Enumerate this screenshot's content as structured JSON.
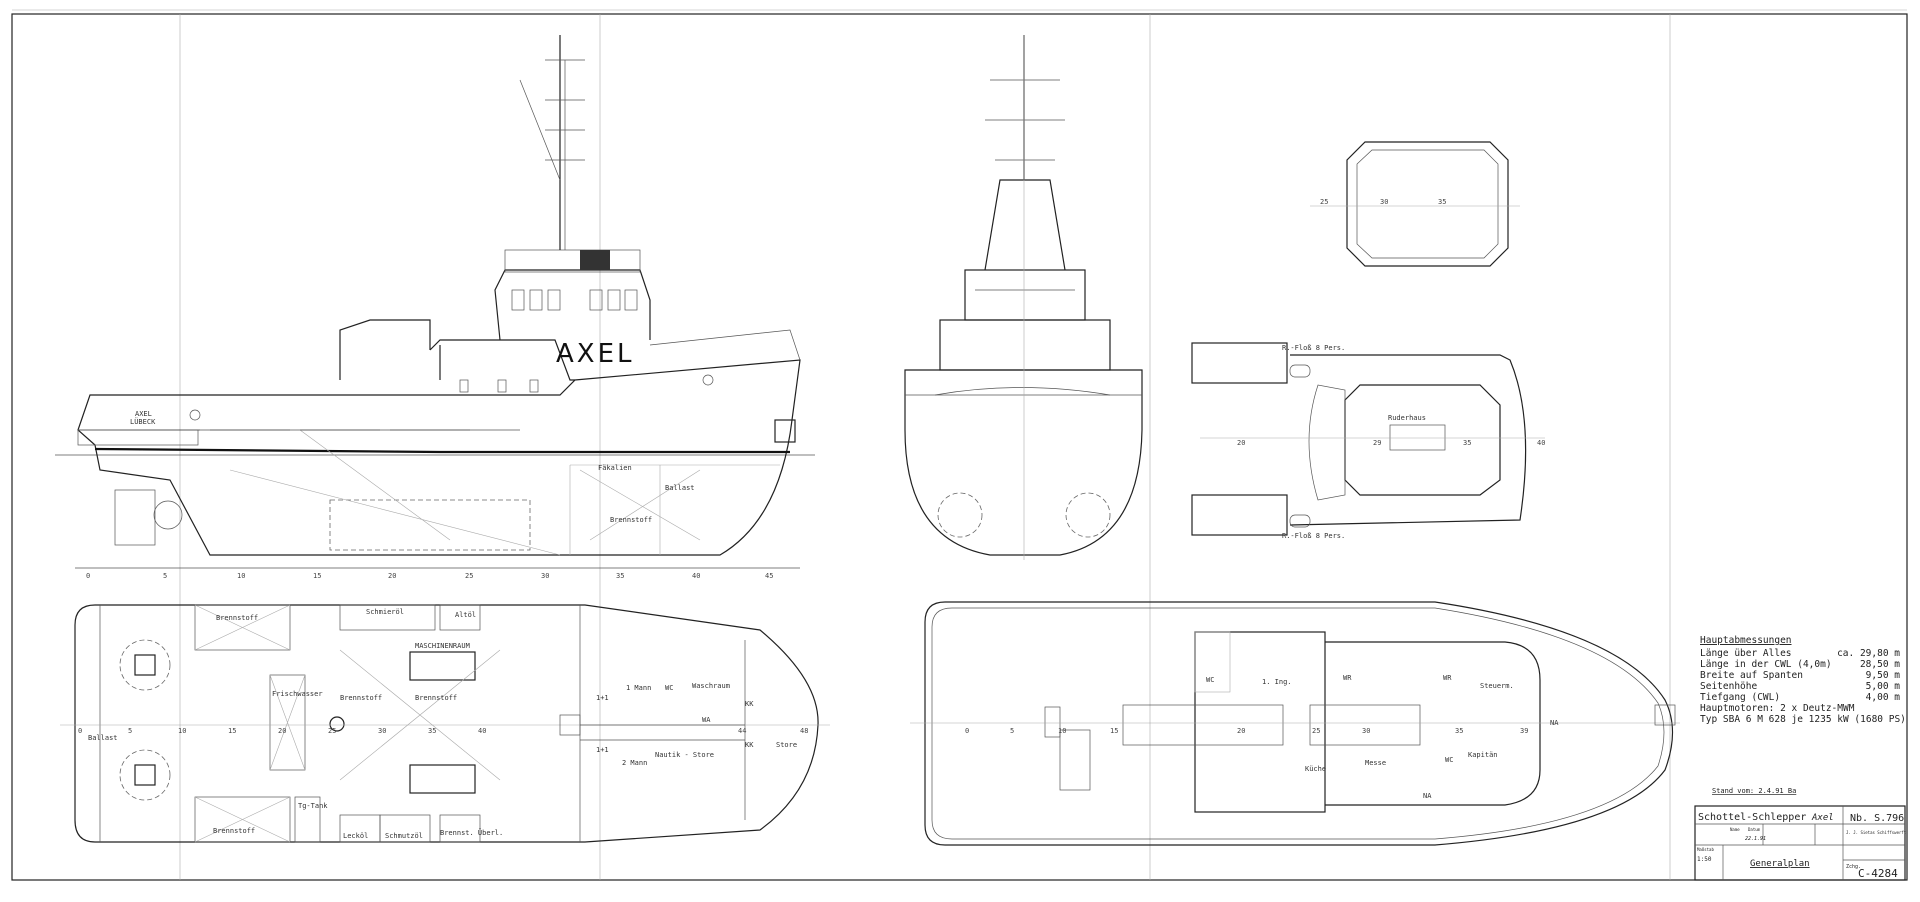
{
  "profile": {
    "ship_name": "AXEL",
    "stern_name": "AXEL",
    "home_port": "LÜBECK",
    "labels": [
      "Fäkalien",
      "Ballast",
      "Brennstoff"
    ],
    "frame_ticks": [
      "0",
      "5",
      "10",
      "15",
      "20",
      "25",
      "30",
      "35",
      "40",
      "45"
    ]
  },
  "main_deck_plan": {
    "labels": {
      "ballast": "Ballast",
      "brennstoff_top": "Brennstoff",
      "schmieroel": "Schmieröl",
      "altoel": "Altöl",
      "maschinenraum": "MASCHINENRAUM",
      "frischwasser": "Frischwasser",
      "brennstoff_mid1": "Brennstoff",
      "brennstoff_mid2": "Brennstoff",
      "brennstoff_bottom": "Brennstoff",
      "tg_tank": "Tg-Tank",
      "leckoel": "Lecköl",
      "schmutzoel": "Schmutzöl",
      "brennst_ueberl": "Brennst. Überl.",
      "mann1": "1 Mann",
      "mann2": "2 Mann",
      "wc": "WC",
      "waschraum": "Waschraum",
      "nautik_store": "Nautik - Store",
      "kk1": "KK",
      "kk2": "KK",
      "store": "Store",
      "wa": "WA",
      "bed1": "1+1",
      "bed2": "1+1"
    },
    "frame_ticks": [
      "0",
      "5",
      "10",
      "15",
      "20",
      "25",
      "30",
      "35",
      "40",
      "44",
      "48"
    ]
  },
  "bridge_plan": {
    "raft_top": "R.-Floß 8 Pers.",
    "raft_bottom": "R.-Floß 8 Pers.",
    "ruderhaus": "Ruderhaus",
    "frame_ticks": [
      "20",
      "29",
      "35",
      "40"
    ]
  },
  "wheelhouse_top": {
    "frame_ticks": [
      "25",
      "30",
      "35"
    ]
  },
  "upper_deck_plan": {
    "labels": {
      "wc1": "WC",
      "ing": "1. Ing.",
      "wr1": "WR",
      "wr2": "WR",
      "steuerm": "Steuerm.",
      "kueche": "Küche",
      "messe": "Messe",
      "wc2": "WC",
      "kapitaen": "Kapitän",
      "na1": "NA",
      "na2": "NA"
    },
    "frame_ticks": [
      "0",
      "5",
      "10",
      "15",
      "20",
      "25",
      "30",
      "35",
      "39"
    ]
  },
  "main_dimensions": {
    "title": "Hauptabmessungen",
    "rows": [
      {
        "label": "Länge über Alles",
        "value": "ca. 29,80 m"
      },
      {
        "label": "Länge in der CWL (4,0m)",
        "value": "28,50 m"
      },
      {
        "label": "Breite auf Spanten",
        "value": "9,50 m"
      },
      {
        "label": "Seitenhöhe",
        "value": "5,00 m"
      },
      {
        "label": "Tiefgang (CWL)",
        "value": "4,00 m"
      }
    ],
    "engines_line1": "Hauptmotoren: 2 x Deutz-MWM",
    "engines_line2": "Typ SBA 6 M 628 je 1235 kW (1680 PS)"
  },
  "stand": "Stand vom: 2.4.91 Ba",
  "title_block": {
    "subject": "Schottel-Schlepper",
    "subject_suffix": "Axel",
    "build_no": "Nb. S.796",
    "name_hdr": "Name",
    "date_hdr": "Datum",
    "drawn_date": "22.1.91",
    "scale_label": "Maßstab",
    "scale": "1:50",
    "drawing_title": "Generalplan",
    "drawing_no_label": "Zchg.",
    "drawing_no": "C-4284",
    "company": "J. J. Sietas Schiffswerft"
  }
}
